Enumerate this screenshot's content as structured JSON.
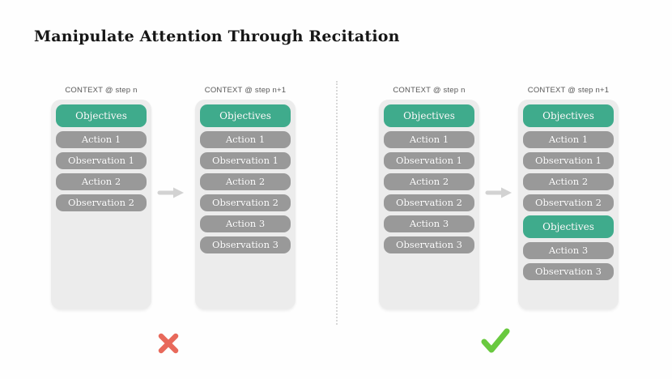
{
  "title": "Manipulate Attention Through Recitation",
  "colors": {
    "highlight_green": "#3FAB8C",
    "item_gray": "#999999",
    "container_bg": "#ECECEC",
    "cross_red": "#E8695B",
    "check_green": "#69C93F",
    "arrow_gray": "#D2D2D2"
  },
  "panels": {
    "left": {
      "verdict": "cross",
      "columns": [
        {
          "header": "CONTEXT @ step n",
          "items": [
            {
              "label": "Objectives",
              "kind": "highlight"
            },
            {
              "label": "Action 1",
              "kind": "normal"
            },
            {
              "label": "Observation 1",
              "kind": "normal"
            },
            {
              "label": "Action 2",
              "kind": "normal"
            },
            {
              "label": "Observation 2",
              "kind": "normal"
            }
          ]
        },
        {
          "header": "CONTEXT @ step n+1",
          "items": [
            {
              "label": "Objectives",
              "kind": "highlight"
            },
            {
              "label": "Action 1",
              "kind": "normal"
            },
            {
              "label": "Observation 1",
              "kind": "normal"
            },
            {
              "label": "Action 2",
              "kind": "normal"
            },
            {
              "label": "Observation 2",
              "kind": "normal"
            },
            {
              "label": "Action 3",
              "kind": "normal"
            },
            {
              "label": "Observation 3",
              "kind": "normal"
            }
          ]
        }
      ]
    },
    "right": {
      "verdict": "check",
      "columns": [
        {
          "header": "CONTEXT @ step n",
          "items": [
            {
              "label": "Objectives",
              "kind": "highlight"
            },
            {
              "label": "Action 1",
              "kind": "normal"
            },
            {
              "label": "Observation 1",
              "kind": "normal"
            },
            {
              "label": "Action 2",
              "kind": "normal"
            },
            {
              "label": "Observation 2",
              "kind": "normal"
            },
            {
              "label": "Action 3",
              "kind": "normal"
            },
            {
              "label": "Observation 3",
              "kind": "normal"
            }
          ]
        },
        {
          "header": "CONTEXT @ step n+1",
          "items": [
            {
              "label": "Objectives",
              "kind": "highlight"
            },
            {
              "label": "Action 1",
              "kind": "normal"
            },
            {
              "label": "Observation 1",
              "kind": "normal"
            },
            {
              "label": "Action 2",
              "kind": "normal"
            },
            {
              "label": "Observation 2",
              "kind": "normal"
            },
            {
              "label": "Objectives",
              "kind": "highlight"
            },
            {
              "label": "Action 3",
              "kind": "normal"
            },
            {
              "label": "Observation 3",
              "kind": "normal"
            }
          ]
        }
      ]
    }
  }
}
